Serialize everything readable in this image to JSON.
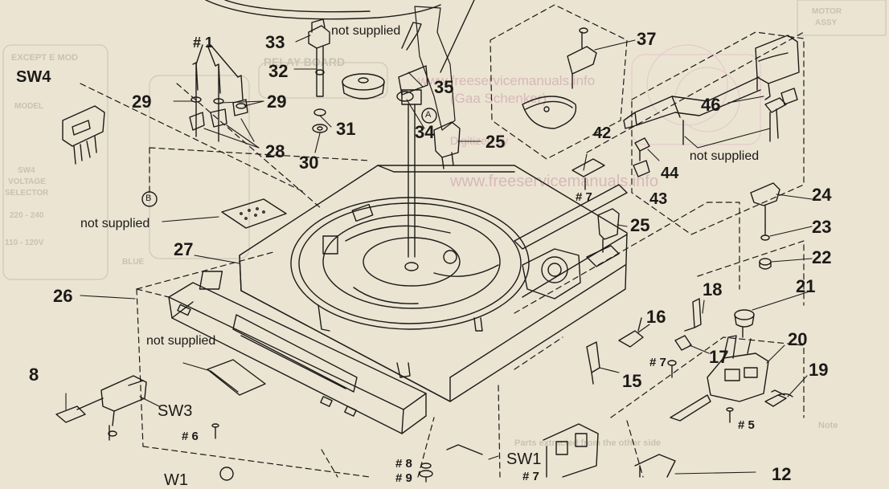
{
  "background_text": {
    "watermark_top": "www.freeservicemanuals.info",
    "watermark_mid": "(Gaa Schenker)",
    "watermark_mid2": "Digitized by",
    "watermark_url": "www.freeservicemanuals.info",
    "ghost_except": "EXCEPT E MOD",
    "ghost_model": "MODEL",
    "ghost_sw4": "SW4",
    "ghost_voltage": "VOLTAGE",
    "ghost_selector": "SELECTOR",
    "ghost_220": "220 - 240",
    "ghost_110": "110 - 120V",
    "ghost_relay": "RELAY BOARD",
    "ghost_motor": "MOTOR",
    "ghost_assy": "ASSY",
    "ghost_blue": "BLUE",
    "ghost_note": "Note",
    "ghost_note_line": "Parts extracted from the other side"
  },
  "labels": {
    "sw4": "SW4",
    "hash1": "# 1",
    "p29a": "29",
    "p29b": "29",
    "p28": "28",
    "p33": "33",
    "p32": "32",
    "p31": "31",
    "p30": "30",
    "not_supplied_top": "not supplied",
    "p35": "35",
    "p34": "34",
    "circle_a": "A",
    "p25a": "25",
    "p37": "37",
    "p42": "42",
    "hash7a": "# 7",
    "p46": "46",
    "p44": "44",
    "p43": "43",
    "not_supplied_right": "not supplied",
    "circle_b": "B",
    "not_supplied_left": "not supplied",
    "p24": "24",
    "p25b": "25",
    "p23": "23",
    "p22": "22",
    "p27": "27",
    "p26": "26",
    "p21": "21",
    "p18": "18",
    "p16": "16",
    "p20": "20",
    "p17": "17",
    "hash7b": "# 7",
    "p19": "19",
    "p15": "15",
    "not_supplied_front": "not supplied",
    "p8": "8",
    "sw3": "SW3",
    "hash6": "# 6",
    "hash5": "# 5",
    "hash8": "# 8",
    "hash9": "# 9",
    "sw1": "SW1",
    "hash7c": "# 7",
    "p12": "12",
    "w1": "W1"
  },
  "colors": {
    "paper": "#ebe4d3",
    "ink": "#1c1a17",
    "watermark": "#d8b8b8",
    "ghost": "#c9c2b2"
  }
}
